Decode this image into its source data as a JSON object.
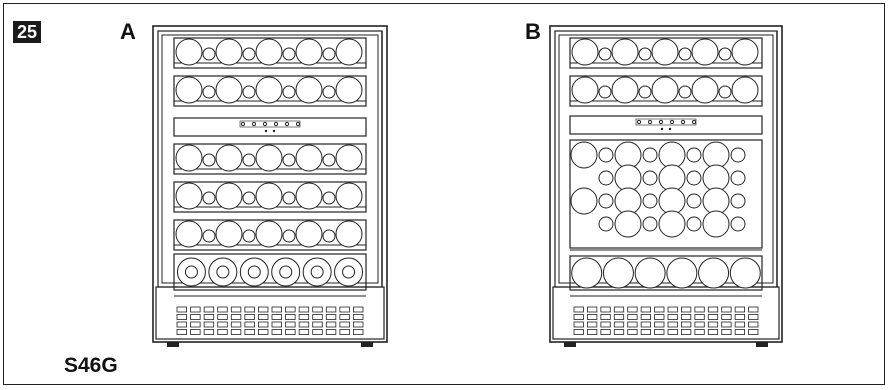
{
  "figure_number": "25",
  "variants": [
    {
      "label": "A"
    },
    {
      "label": "B"
    }
  ],
  "model": "S46G"
}
